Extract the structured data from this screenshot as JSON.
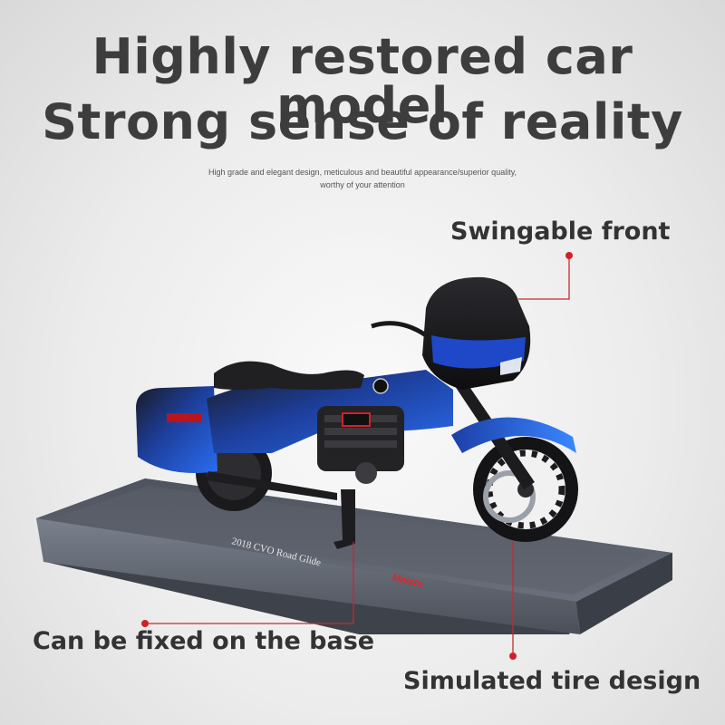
{
  "headline": {
    "line1": "Highly restored car model",
    "line2": "Strong sense of reality"
  },
  "subtitle": {
    "line1": "High grade and elegant design, meticulous and beautiful appearance/superior quality,",
    "line2": "worthy of your attention"
  },
  "callouts": {
    "front": "Swingable front",
    "base": "Can be fixed on the base",
    "tire": "Simulated tire design"
  },
  "base_plate": {
    "label": "2018 CVO Road Glide",
    "brand": "Maisto"
  },
  "colors": {
    "accent": "#d0202a",
    "body_blue": "#1f5fe0",
    "base_gray": "#5a5f6b"
  }
}
